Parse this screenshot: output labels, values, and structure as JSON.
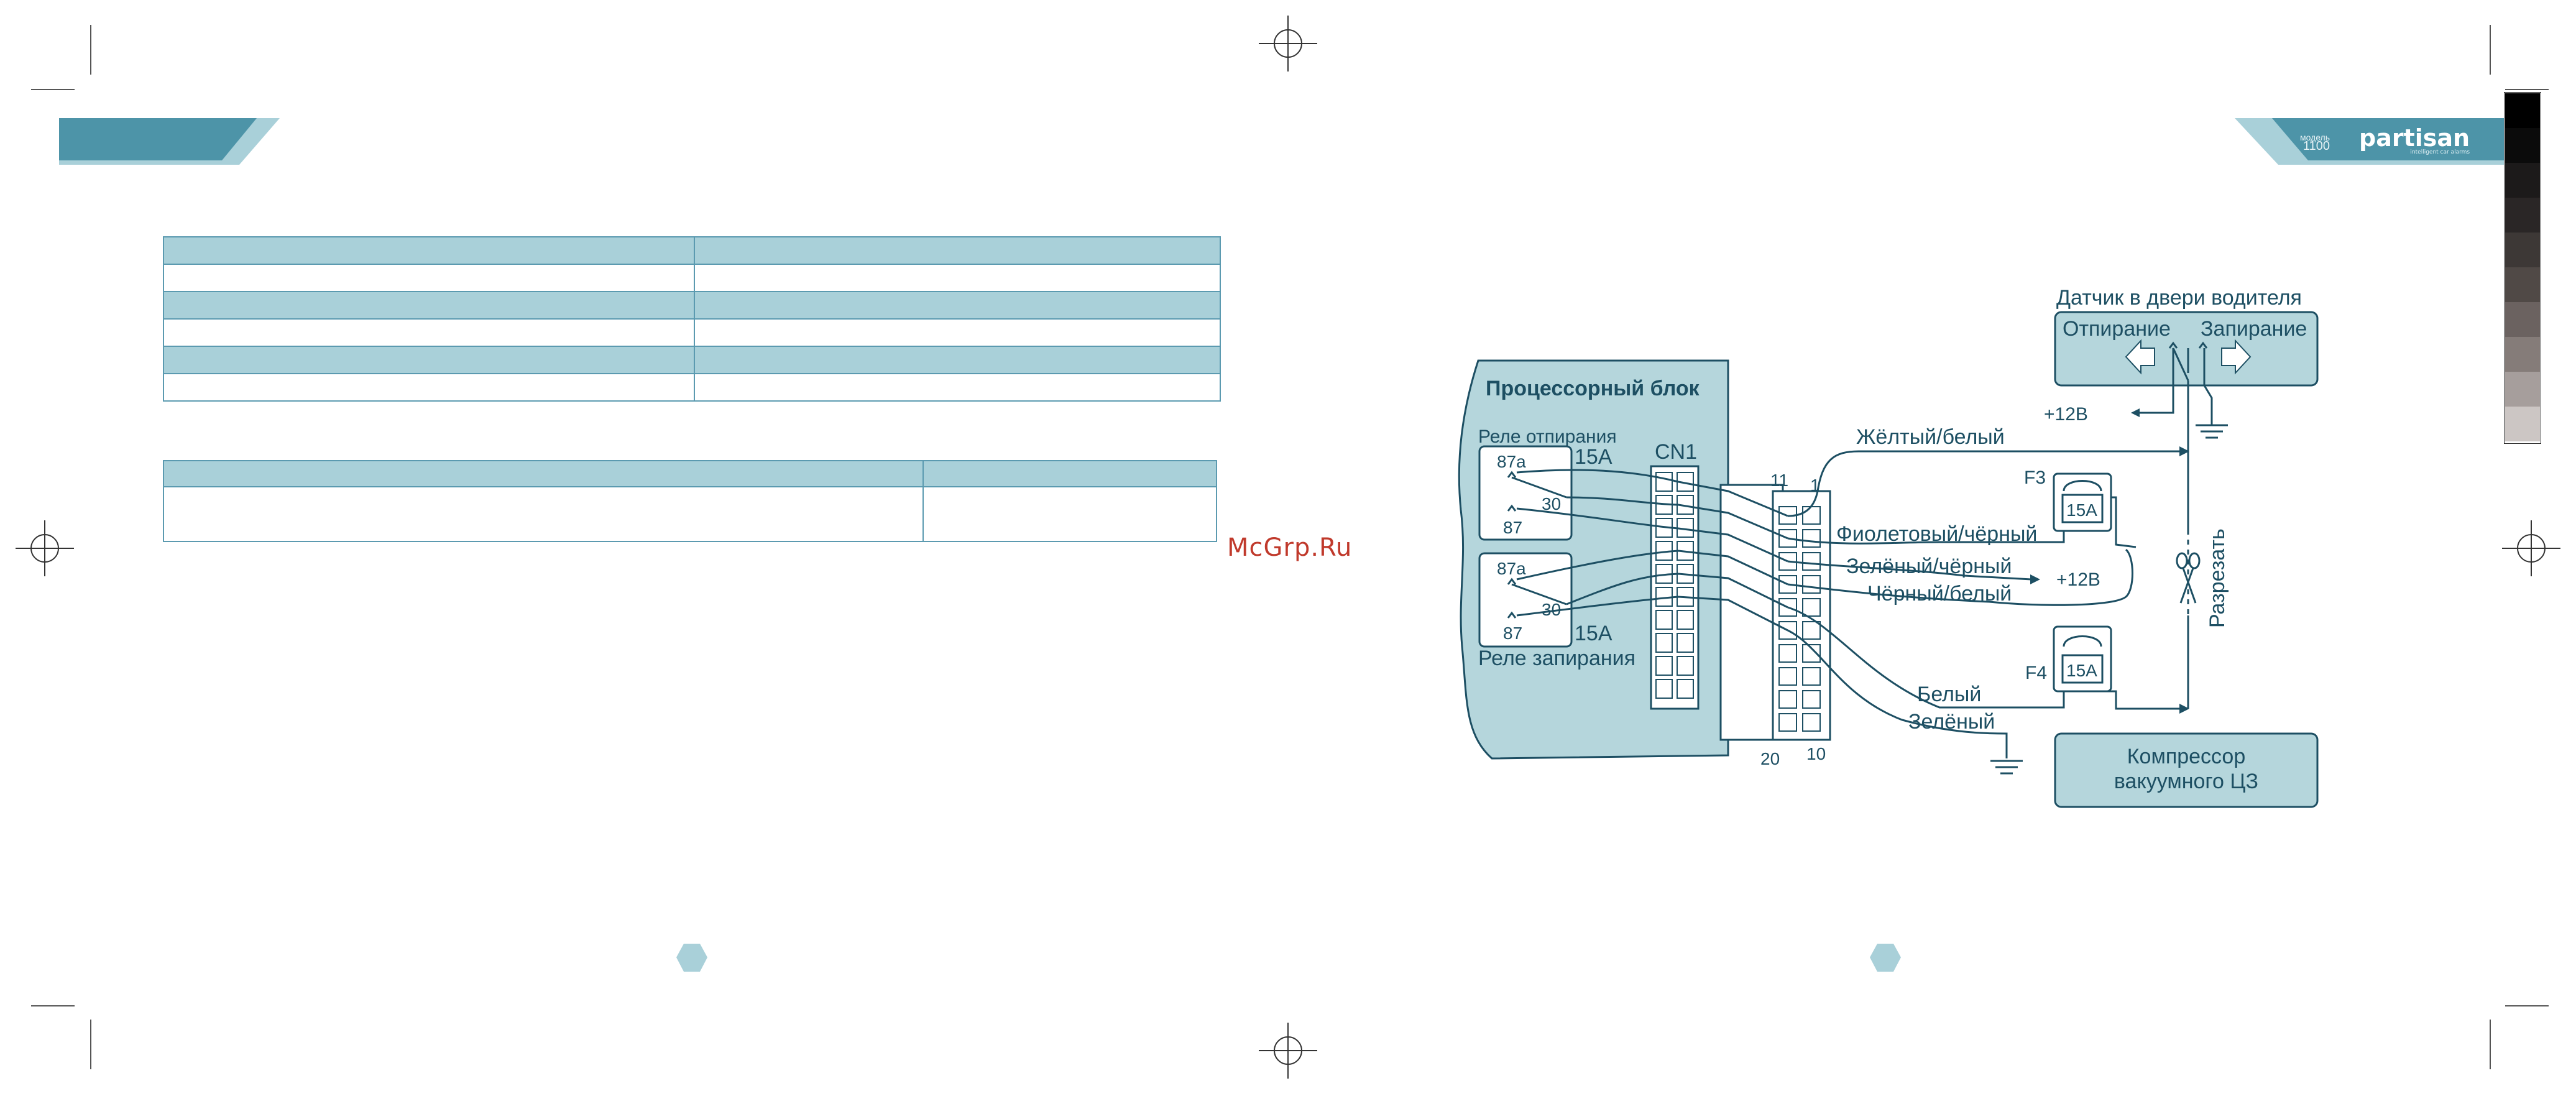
{
  "header_right": {
    "model_line1": "модель",
    "model_line2": "1100",
    "brand": "partisan",
    "brand_tagline": "intelligent car alarms"
  },
  "watermark": "McGrp.Ru",
  "diagram": {
    "processor_block": "Процессорный блок",
    "relay_unlock": "Реле отпирания",
    "relay_lock": "Реле запирания",
    "pin_87a": "87a",
    "pin_30": "30",
    "pin_87": "87",
    "fuse_15a": "15A",
    "connector": "CN1",
    "pin_11": "11",
    "pin_1": "1",
    "pin_20": "20",
    "pin_10": "10",
    "door_sensor_title": "Датчик в двери водителя",
    "unlock": "Отпирание",
    "lock": "Запирание",
    "plus12": "+12B",
    "wire_yellow_white": "Жёлтый/белый",
    "wire_violet_black": "Фиолетовый/чёрный",
    "wire_green_black": "Зелёный/чёрный",
    "wire_black_white": "Чёрный/белый",
    "wire_white": "Белый",
    "wire_green": "Зелёный",
    "fuse_f3": "F3",
    "fuse_f4": "F4",
    "cut": "Разрезать",
    "compressor_line1": "Компрессор",
    "compressor_line2": "вакуумного ЦЗ"
  },
  "colors": {
    "teal_dark": "#4d94a8",
    "teal_light": "#a9d0d9",
    "line": "#1d4f63",
    "panel": "#b5d6dc"
  }
}
